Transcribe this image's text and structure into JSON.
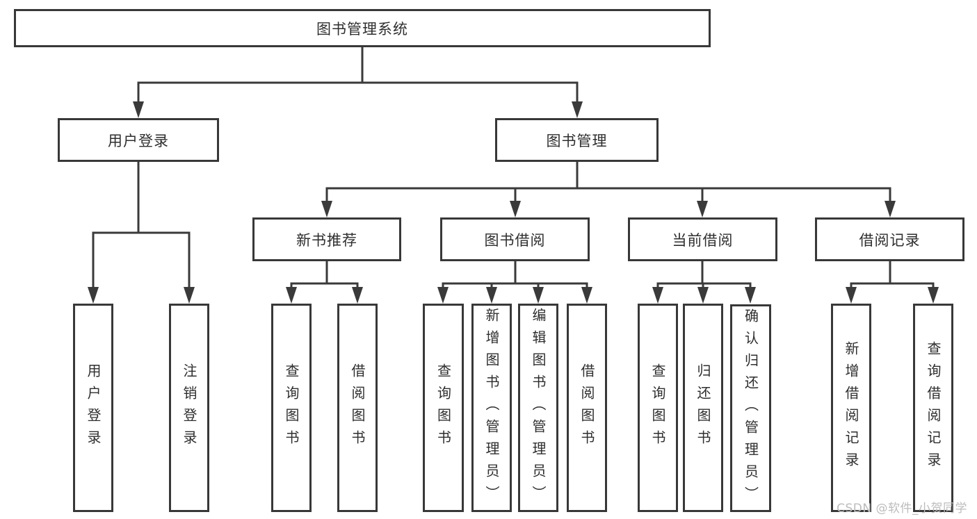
{
  "diagram": {
    "type": "hierarchy-tree",
    "title": "图书管理系统",
    "tree": {
      "root": {
        "label": "图书管理系统"
      },
      "level2": [
        {
          "label": "用户登录"
        },
        {
          "label": "图书管理"
        }
      ],
      "level3": [
        {
          "label": "新书推荐",
          "parent": "图书管理"
        },
        {
          "label": "图书借阅",
          "parent": "图书管理"
        },
        {
          "label": "当前借阅",
          "parent": "图书管理"
        },
        {
          "label": "借阅记录",
          "parent": "图书管理"
        }
      ],
      "leaves": [
        {
          "label": "用户登录",
          "parent": "用户登录"
        },
        {
          "label": "注销登录",
          "parent": "用户登录"
        },
        {
          "label": "查询图书",
          "parent": "新书推荐"
        },
        {
          "label": "借阅图书",
          "parent": "新书推荐"
        },
        {
          "label": "查询图书",
          "parent": "图书借阅"
        },
        {
          "label": "新增图书（管理员）",
          "parent": "图书借阅"
        },
        {
          "label": "编辑图书（管理员）",
          "parent": "图书借阅"
        },
        {
          "label": "借阅图书",
          "parent": "图书借阅"
        },
        {
          "label": "查询图书",
          "parent": "当前借阅"
        },
        {
          "label": "归还图书",
          "parent": "当前借阅"
        },
        {
          "label": "确认归还（管理员）",
          "parent": "当前借阅"
        },
        {
          "label": "新增借阅记录",
          "parent": "借阅记录"
        },
        {
          "label": "查询借阅记录",
          "parent": "借阅记录"
        }
      ]
    },
    "colors": {
      "line": "#3a3a3a",
      "box_border": "#383838",
      "text": "#2e2e2e",
      "background": "#ffffff",
      "watermark_text": "#bcbcbc"
    }
  },
  "watermark": {
    "text": "CSDN @软件_小贺同学"
  }
}
